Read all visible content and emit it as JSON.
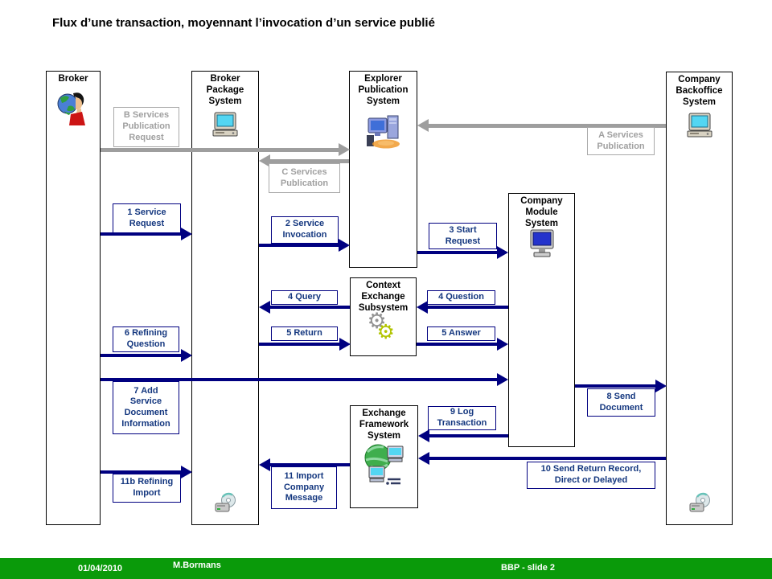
{
  "slide": {
    "title": "Flux d’une transaction, moyennant l’invocation d’un service publié",
    "footer": {
      "date": "01/04/2010",
      "author": "M.Bormans",
      "slide_ref": "BBP  -  slide 2"
    }
  },
  "colors": {
    "arrow_navy": "#000080",
    "arrow_gray": "#9e9e9e",
    "label_navy": "#14377f",
    "footer_green": "#0a9a0a"
  },
  "systems": [
    {
      "id": "broker",
      "label": "Broker",
      "icon": "person-globe-icon"
    },
    {
      "id": "broker-package",
      "label": "Broker\nPackage\nSystem",
      "icon": "computer-icon"
    },
    {
      "id": "explorer-publication",
      "label": "Explorer\nPublication\nSystem",
      "icon": "workstation-icon"
    },
    {
      "id": "company-backoffice",
      "label": "Company\nBackoffice\nSystem",
      "icon": "computer-icon"
    },
    {
      "id": "company-module",
      "label": "Company\nModule\nSystem",
      "icon": "computer-icon"
    },
    {
      "id": "context-exchange",
      "label": "Context\nExchange\nSubsystem",
      "icon": "gears-icon"
    },
    {
      "id": "exchange-framework",
      "label": "Exchange\nFramework\nSystem",
      "icon": "globe-network-icon"
    }
  ],
  "flows": {
    "a_services": "A Services\nPublication",
    "b_services": "B Services\nPublication\nRequest",
    "c_services": "C Services\nPublication",
    "f1": "1 Service\nRequest",
    "f2": "2 Service\nInvocation",
    "f3": "3 Start\nRequest",
    "f4_query": "4 Query",
    "f4_question": "4 Question",
    "f5_return": "5 Return",
    "f5_answer": "5 Answer",
    "f6": "6 Refining\nQuestion",
    "f7": "7 Add\nService\nDocument\nInformation",
    "f8": "8 Send\nDocument",
    "f9": "9 Log\nTransaction",
    "f10": "10 Send Return Record,\nDirect or Delayed",
    "f11": "11 Import\nCompany\nMessage",
    "f11b": "11b Refining\nImport"
  }
}
